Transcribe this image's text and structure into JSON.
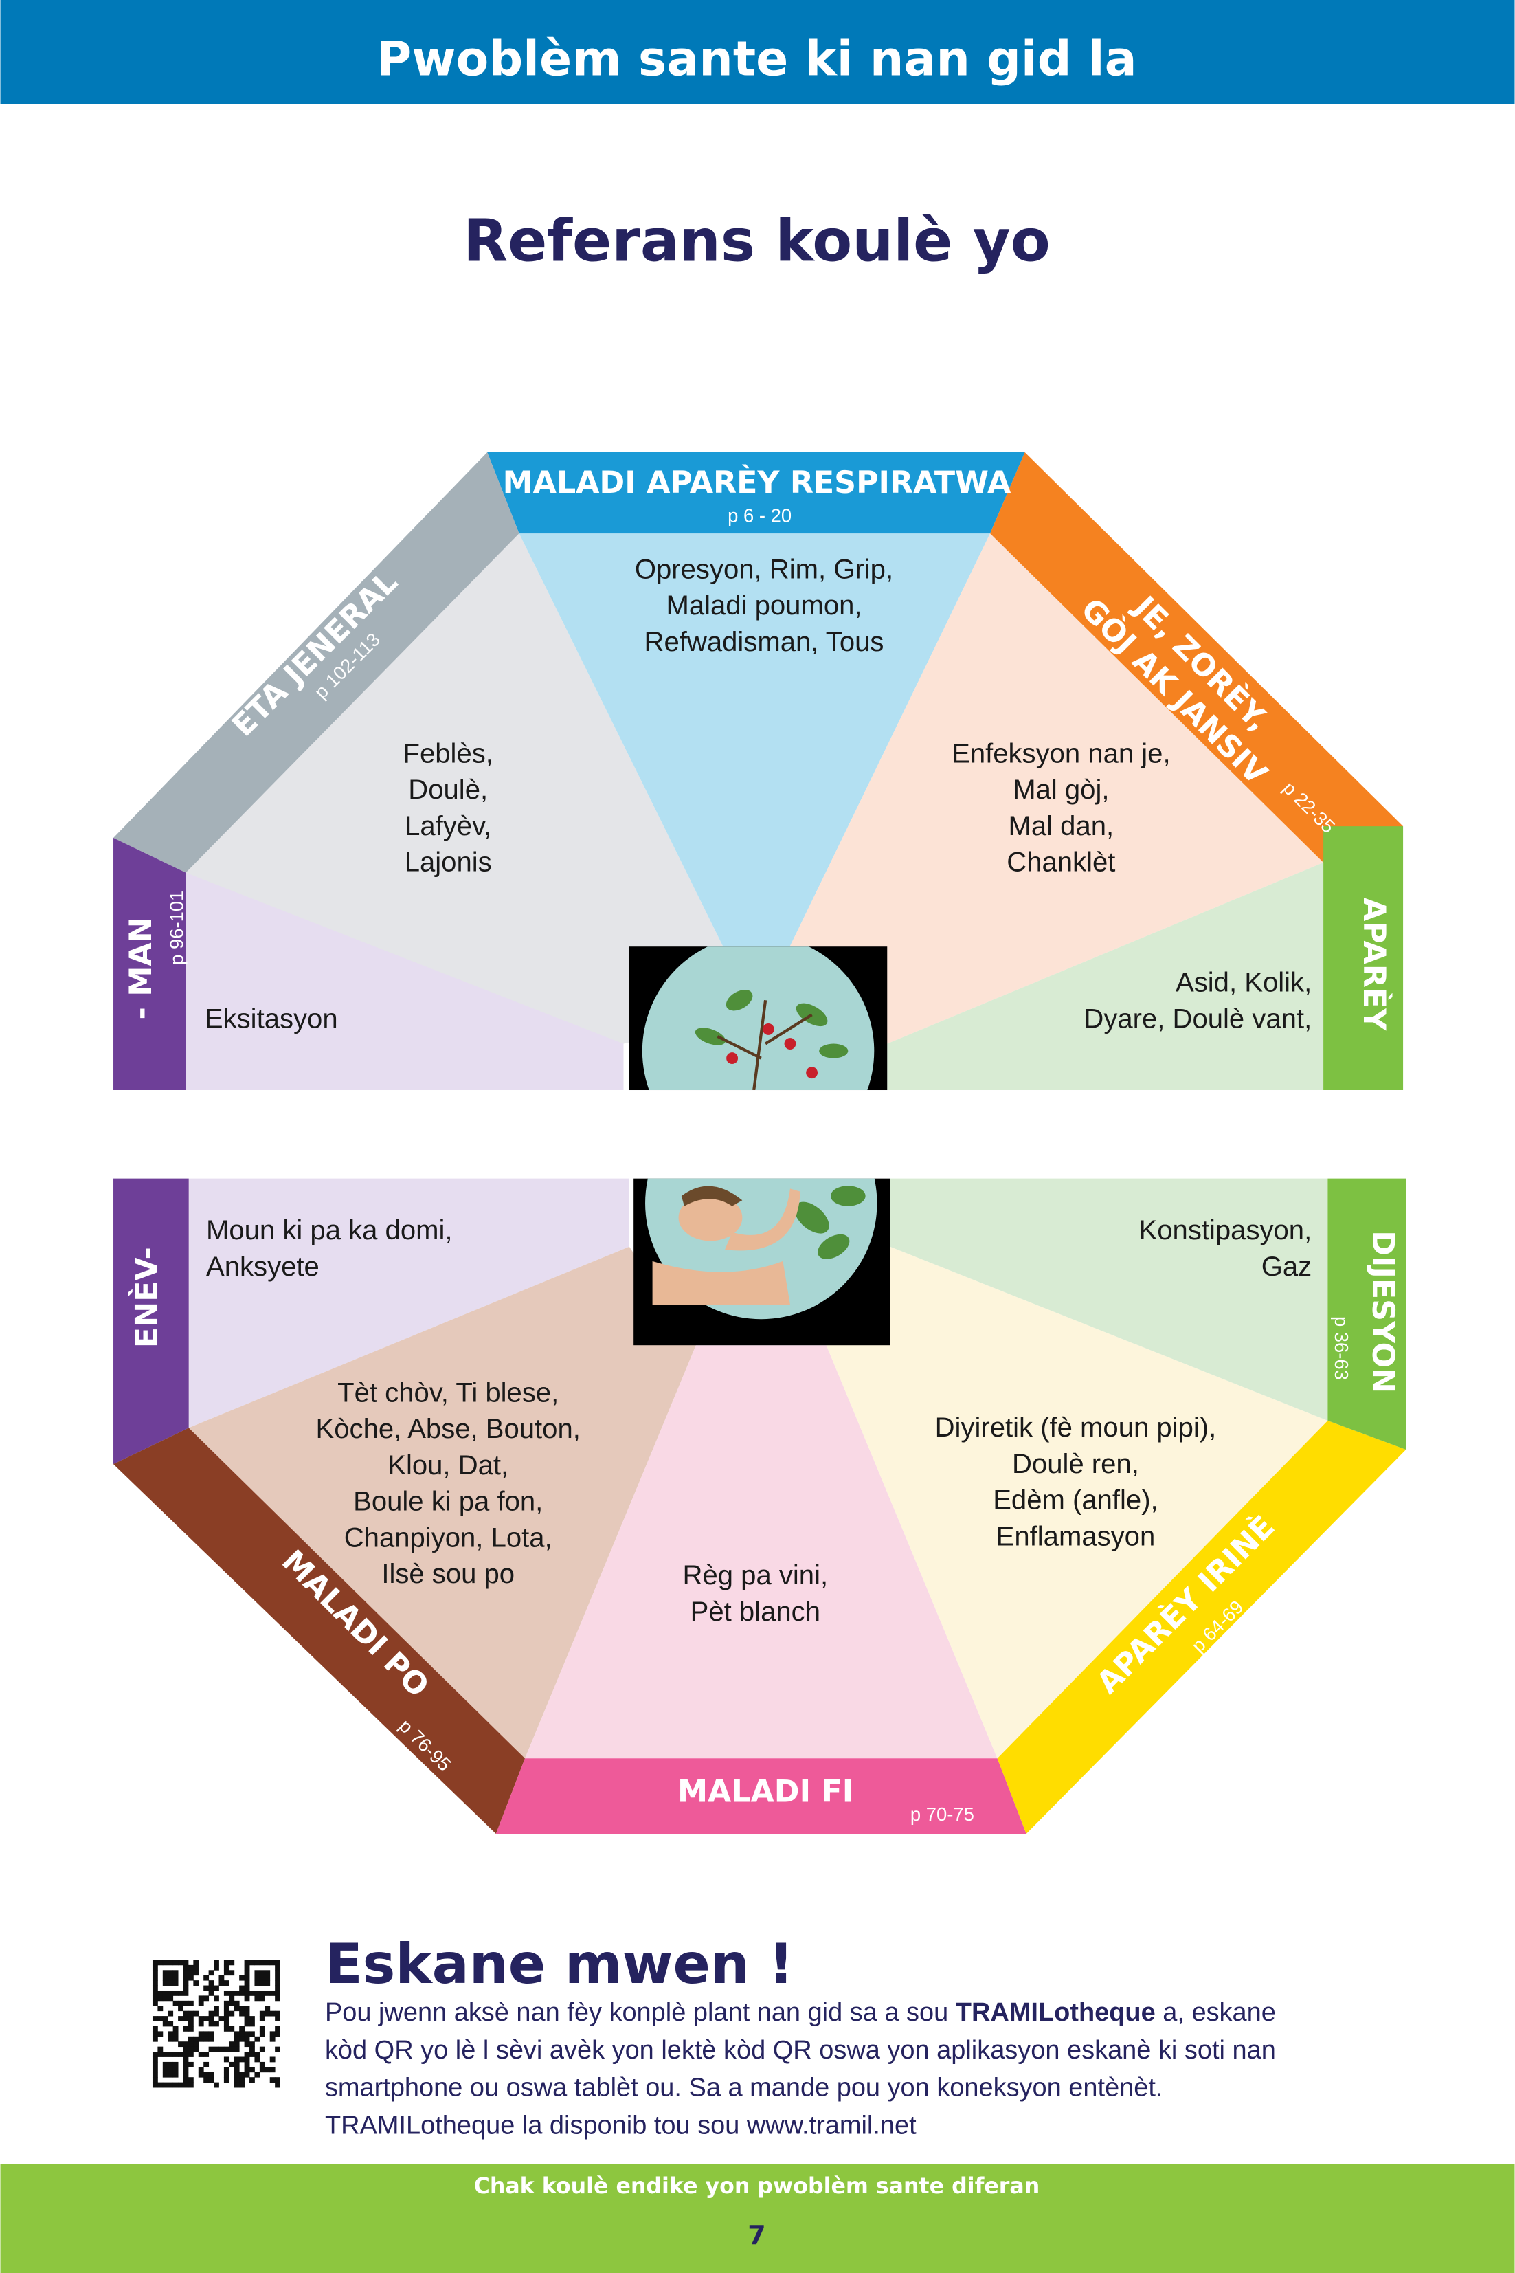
{
  "header": {
    "title": "Pwoblèm sante ki nan gid la",
    "color": "#0079b8"
  },
  "heading": "Referans koulè yo",
  "categories": {
    "respiratwa": {
      "label": "MALADI APARÈY RESPIRATWA",
      "pages": "p 6 - 20",
      "color": "#1a9ad6",
      "items": [
        "Opresyon, Rim, Grip,",
        "Maladi poumon,",
        "Refwadisman, Tous"
      ]
    },
    "jeneral": {
      "label": "ETA JENERAL",
      "pages": "p 102-113",
      "color": "#a5b1b8",
      "items": [
        "Feblès,",
        "Doulè,",
        "Lafyèv,",
        "Lajonis"
      ]
    },
    "je_zorey": {
      "label_lines": [
        "JE, ZORÈY,",
        "GÒJ AK JANSIV"
      ],
      "pages": "p 22-35",
      "color": "#f58220",
      "items": [
        "Enfeksyon nan je,",
        "Mal gòj,",
        "Mal dan,",
        "Chanklèt"
      ]
    },
    "dijesyon": {
      "label_top": "APARÈY",
      "label_bottom": "DIJESYON",
      "pages": "p 36-63",
      "color": "#7dc142",
      "items_top": [
        "Asid, Kolik,",
        "Dyare, Doulè vant,"
      ],
      "items_bottom": [
        "Konstipasyon,",
        "Gaz"
      ]
    },
    "enevman": {
      "label_top": "- MAN",
      "label_bottom": "ENÈV-",
      "pages": "p 96-101",
      "color": "#6e3f98",
      "items_top": [
        "Eksitasyon"
      ],
      "items_bottom": [
        "Moun ki pa ka domi,",
        "Anksyete"
      ]
    },
    "po": {
      "label": "MALADI PO",
      "pages": "p 76-95",
      "color": "#8a3e25",
      "items": [
        "Tèt chòv, Ti blese,",
        "Kòche, Abse, Bouton,",
        "Klou, Dat,",
        "Boule ki pa fon,",
        "Chanpiyon, Lota,",
        "Ilsè sou po"
      ]
    },
    "fi": {
      "label": "MALADI FI",
      "pages": "p 70-75",
      "color": "#ee5a99",
      "items": [
        "Règ pa vini,",
        "Pèt blanch"
      ]
    },
    "irine": {
      "label": "APARÈY IRINÈ",
      "pages": "p 64-69",
      "color": "#ffdd00",
      "items": [
        "Diyiretik (fè moun pipi),",
        "Doulè ren,",
        "Edèm (anfle),",
        "Enflamasyon"
      ]
    }
  },
  "scan": {
    "title": "Eskane mwen !",
    "lines": [
      {
        "pre": "Pou jwenn aksè nan fèy konplè plant nan gid sa a sou ",
        "bold": "TRAMILotheque",
        "post": " a, eskane"
      },
      {
        "pre": "kòd QR yo lè l sèvi avèk yon lektè kòd QR oswa yon aplikasyon eskanè ki soti nan"
      },
      {
        "pre": "smartphone ou oswa tablèt ou. Sa a mande pou yon koneksyon entènèt."
      },
      {
        "pre": "TRAMILotheque la disponib tou sou www.tramil.net"
      }
    ]
  },
  "footer": {
    "caption": "Chak koulè endike yon pwoblèm sante diferan",
    "page_number": "7",
    "color": "#8dc63f"
  }
}
